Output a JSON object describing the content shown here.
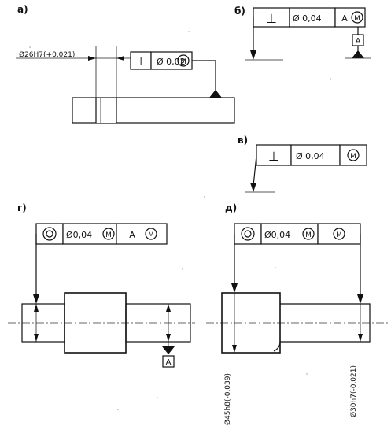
{
  "colors": {
    "ink": "#111111",
    "paper": "#ffffff",
    "hatch": "#222222"
  },
  "panels": {
    "a": {
      "label": "а)",
      "dimension": "Ø26H7(+0,021)",
      "frame": {
        "symbol": "⊥",
        "tolerance": "Ø 0,02",
        "modifier": "M"
      }
    },
    "b": {
      "label": "б)",
      "frame": {
        "symbol": "⊥",
        "tolerance": "Ø 0,04",
        "datum": "A",
        "datum_modifier": "M"
      },
      "datum_tag": "A"
    },
    "v": {
      "label": "в)",
      "frame": {
        "symbol": "⊥",
        "tolerance": "Ø 0,04",
        "modifier": "M"
      }
    },
    "g": {
      "label": "г)",
      "frame": {
        "symbol": "◎",
        "tolerance": "Ø0,04",
        "modifier": "M",
        "datum": "A",
        "datum_modifier": "M"
      },
      "datum_tag": "A"
    },
    "d": {
      "label": "д)",
      "frame": {
        "symbol": "◎",
        "tolerance": "Ø0,04",
        "modifier": "M",
        "datum_modifier": "M"
      },
      "dim_left": "Ø45h8(-0,039)",
      "dim_right": "Ø30h7(-0,021)"
    }
  }
}
